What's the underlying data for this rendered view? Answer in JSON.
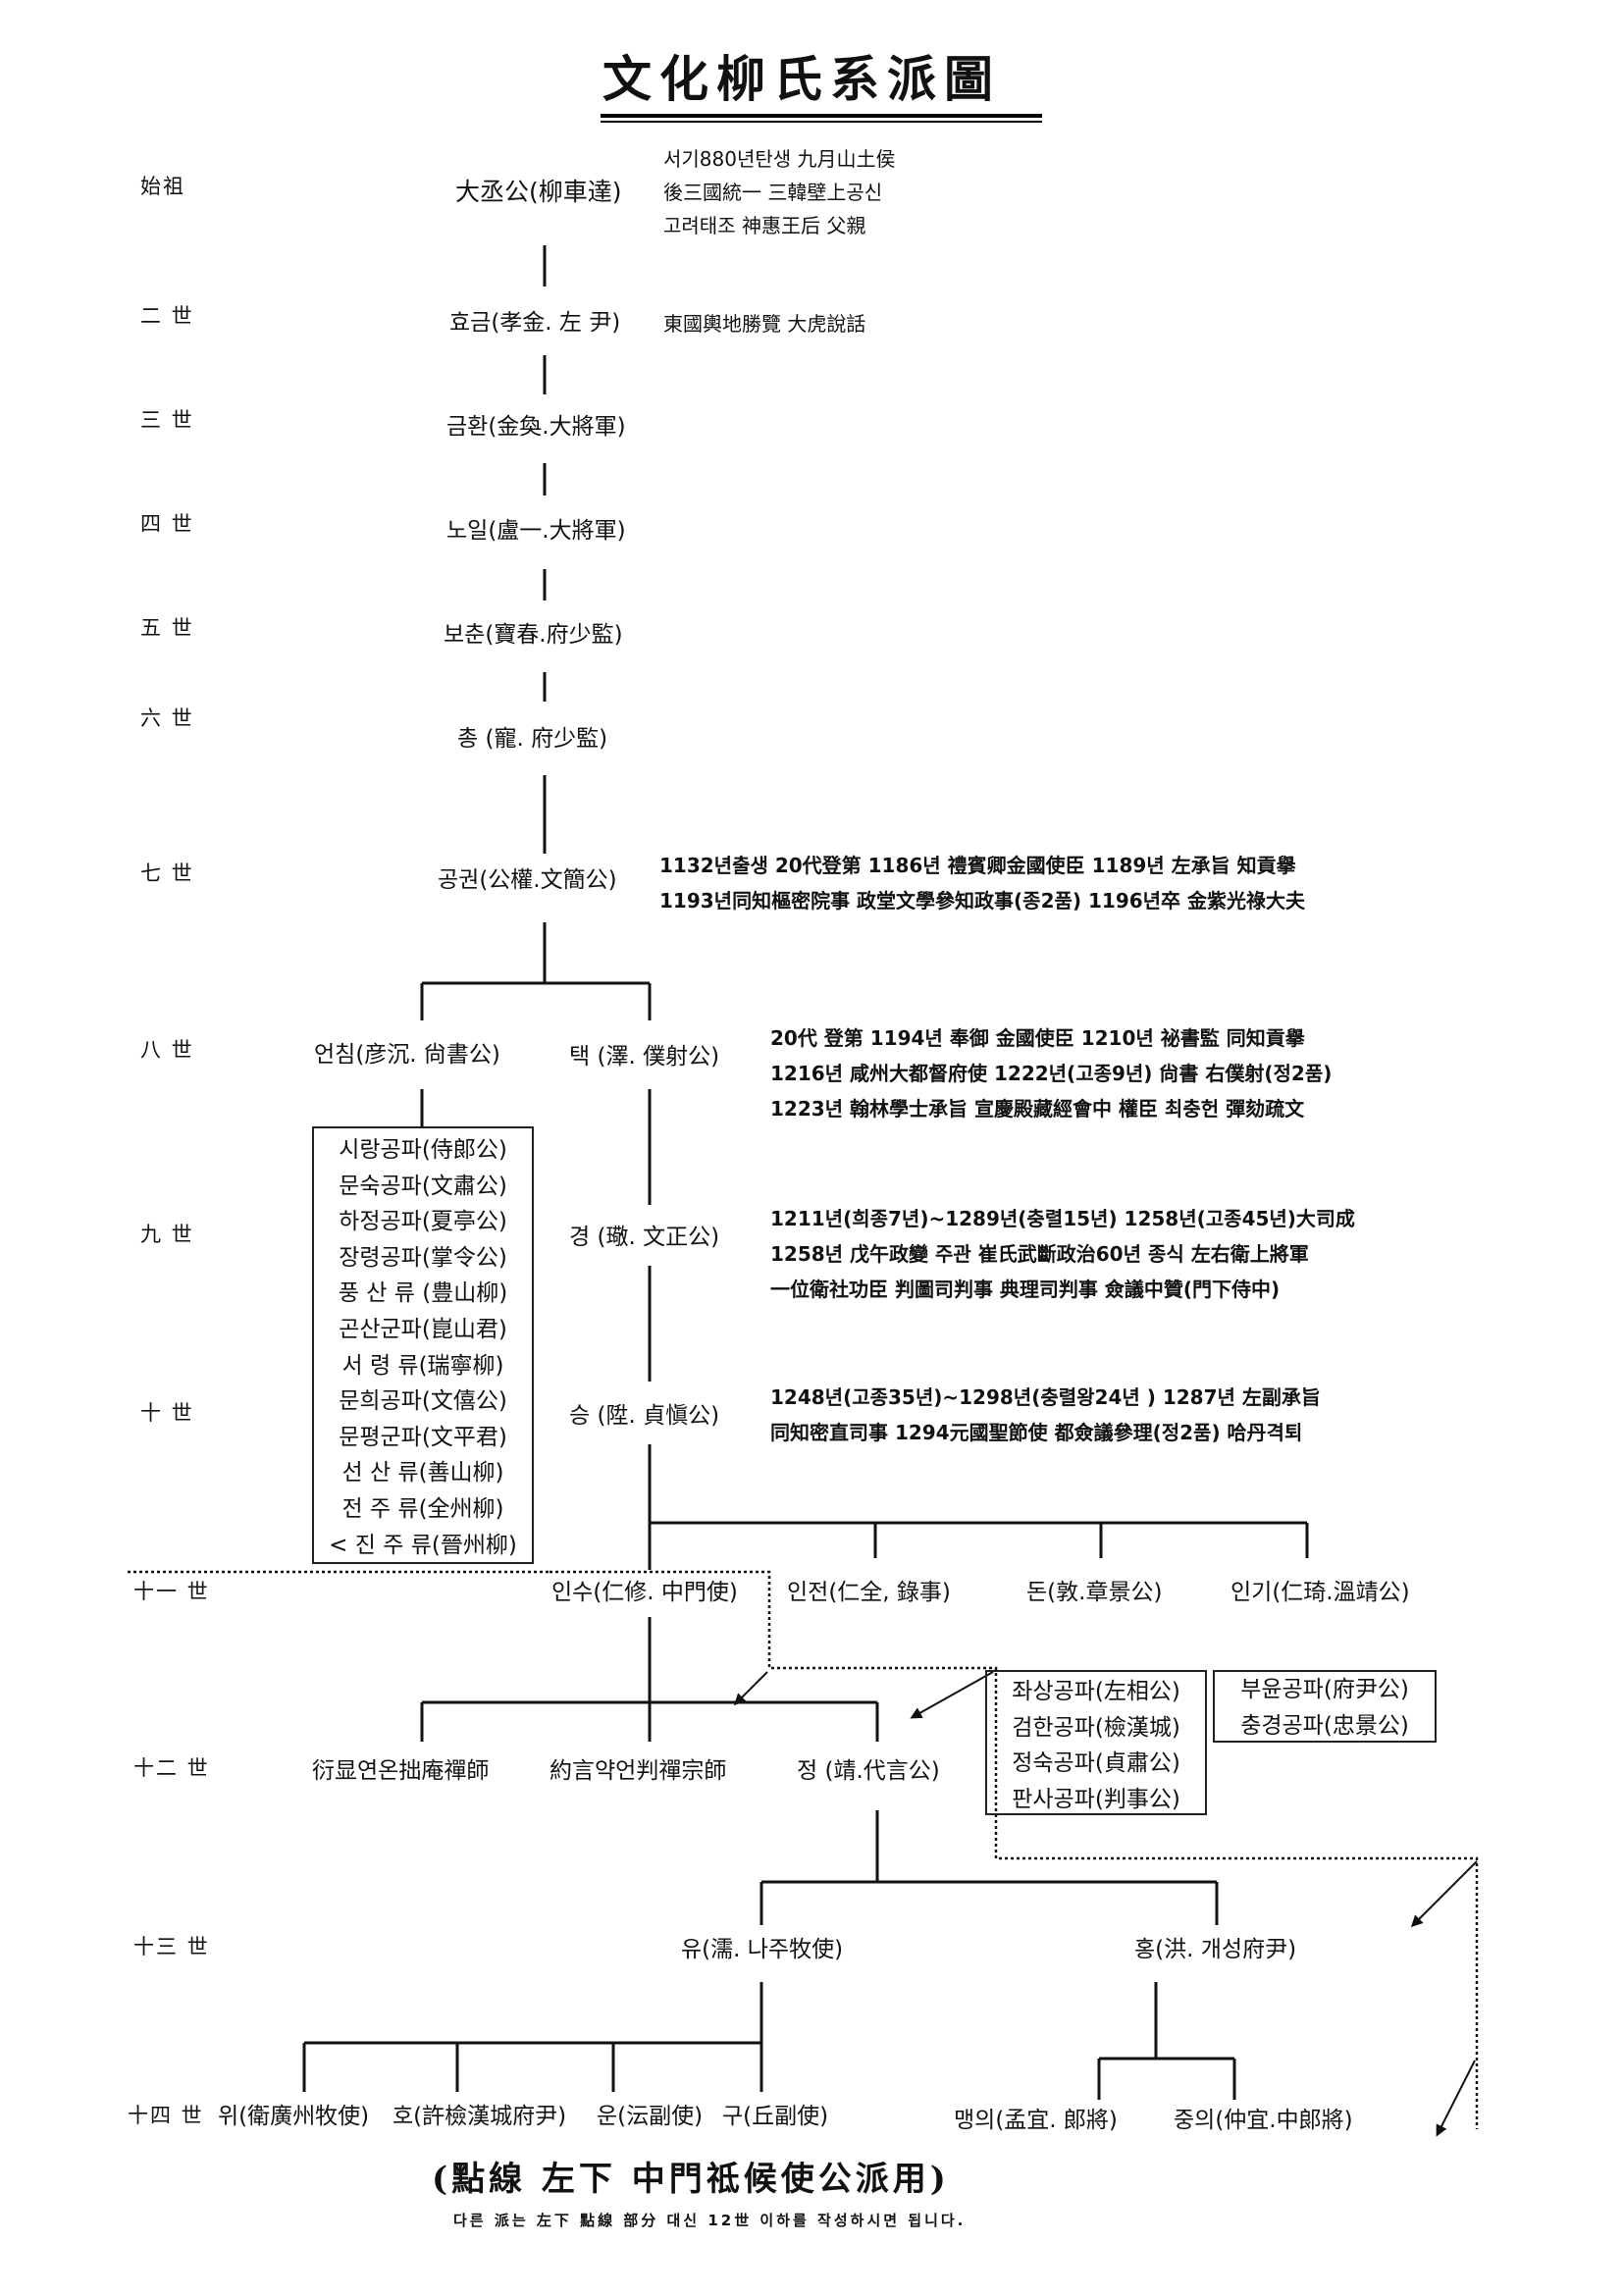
{
  "title": "文化柳氏系派圖",
  "generations": {
    "g1": "始祖",
    "g2": "二 世",
    "g3": "三 世",
    "g4": "四 世",
    "g5": "五 世",
    "g6": "六 世",
    "g7": "七 世",
    "g8": "八 世",
    "g9": "九 世",
    "g10": "十 世",
    "g11": "十一 世",
    "g12": "十二 世",
    "g13": "十三 世",
    "g14": "十四 世"
  },
  "persons": {
    "founder": "大丞公(柳車達)",
    "hyogeum": "효금(孝金. 左 尹)",
    "geumhwan": "금환(金奐.大將軍)",
    "noil": "노일(盧一.大將軍)",
    "bochun": "보춘(寶春.府少監)",
    "chong": "총 (寵. 府少監)",
    "gonggwon": "공권(公權.文簡公)",
    "eonchim": "언침(彦沉. 尙書公)",
    "taek": "택 (澤. 僕射公)",
    "gyeong": "경 (璥. 文正公)",
    "seung": "승 (陞. 貞愼公)",
    "insu": "인수(仁修. 中門使)",
    "injeon": "인전(仁全, 錄事)",
    "don": "돈(敦.章景公)",
    "ingi": "인기(仁琦.溫靖公)",
    "yeoneon": "衍显연온拙庵禪師",
    "yageon": "約言약언判禪宗師",
    "jeong": "정 (靖.代言公)",
    "yu": "유(濡. 나주牧使)",
    "hong": "홍(洪. 개성府尹)",
    "wi": "위(衛廣州牧使)",
    "ho": "호(許檢漢城府尹)",
    "un": "운(沄副使)",
    "gu": "구(丘副使)",
    "maengui": "맹의(孟宜. 郞將)",
    "jungui": "중의(仲宜.中郞將)"
  },
  "notes": {
    "founder": [
      "서기880년탄생 九月山土侯",
      "後三國統一 三韓壁上공신",
      "고려태조 神惠王后 父親"
    ],
    "hyogeum": [
      "東國輿地勝覽 大虎說話"
    ],
    "gonggwon": [
      "1132년출생 20代登第 1186년 禮賓卿金國使臣 1189년 左承旨 知貢擧",
      "1193년同知樞密院事 政堂文學參知政事(종2품) 1196년卒 金紫光祿大夫"
    ],
    "taek": [
      "20代 登第 1194년 奉御 金國使臣 1210년 祕書監 同知貢擧",
      "1216년 咸州大都督府使 1222년(고종9년) 尙書 右僕射(정2품)",
      "1223년 翰林學士承旨 宣慶殿藏經會中 權臣 최충헌 彈劾疏文"
    ],
    "gyeong": [
      "1211년(희종7년)~1289년(충렬15년) 1258년(고종45년)大司成",
      "1258년 戊午政變 주관 崔氏武斷政治60년 종식 左右衛上將軍",
      "一位衛社功臣 判圖司判事 典理司判事 僉議中贊(門下侍中)"
    ],
    "seung": [
      "1248년(고종35년)~1298년(충렬왕24년 ) 1287년 左副承旨",
      "同知密直司事 1294元國聖節使 都僉議參理(정2품) 哈丹격퇴"
    ]
  },
  "branches_eonchim": [
    "시랑공파(侍郞公)",
    "문숙공파(文肅公)",
    "하정공파(夏亭公)",
    "장령공파(掌令公)",
    "풍 산 류 (豊山柳)",
    "곤산군파(崑山君)",
    "서 령 류(瑞寧柳)",
    "문희공파(文僖公)",
    "문평군파(文平君)",
    "선 산 류(善山柳)",
    "전 주 류(全州柳)",
    "< 진 주 류(晉州柳)"
  ],
  "branches_don": [
    "좌상공파(左相公)",
    "검한공파(檢漢城)",
    "정숙공파(貞肅公)",
    "판사공파(判事公)"
  ],
  "branches_ingi": [
    "부윤공파(府尹公)",
    "충경공파(忠景公)"
  ],
  "footer": "(點線 左下  中門祗候使公派用)",
  "footnote": "다른 派는 左下 點線 部分 대신 12世 이하를 작성하시면 됩니다."
}
